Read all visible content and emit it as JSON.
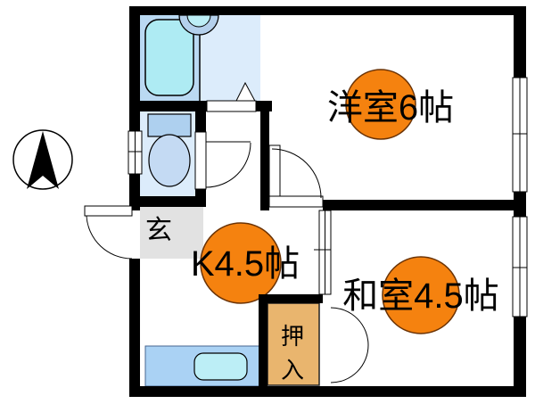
{
  "plan": {
    "type": "apartment-floor-plan",
    "compass": {
      "direction": "north"
    },
    "rooms": {
      "western": {
        "label": "洋室6帖"
      },
      "japanese": {
        "label": "和室4.5帖"
      },
      "kitchen": {
        "label": "K4.5帖"
      },
      "entrance": {
        "label": "玄"
      },
      "closet": {
        "label": "押入",
        "char1": "押",
        "char2": "入"
      }
    },
    "colors": {
      "marker_orange": "#F5820F",
      "marker_outline": "#6B3305",
      "wall_black": "#000000",
      "bath_room_blue": "#BAD9F2",
      "washroom_blue": "#DCECFB",
      "toilet_room_blue": "#DCECFB",
      "bathtub_cyan": "#AEEBF3",
      "basin_blue": "#B4D0EC",
      "basin_cyan": "#BCEEF6",
      "toilet_tank_blue": "#AED0EF",
      "toilet_bowl_blue": "#C4DAF3",
      "counter_blue": "#AAD2F4",
      "sink_cyan": "#BCEEF6",
      "closet_tan": "#E9B56E",
      "entrance_gray": "#E2E2E2"
    }
  }
}
